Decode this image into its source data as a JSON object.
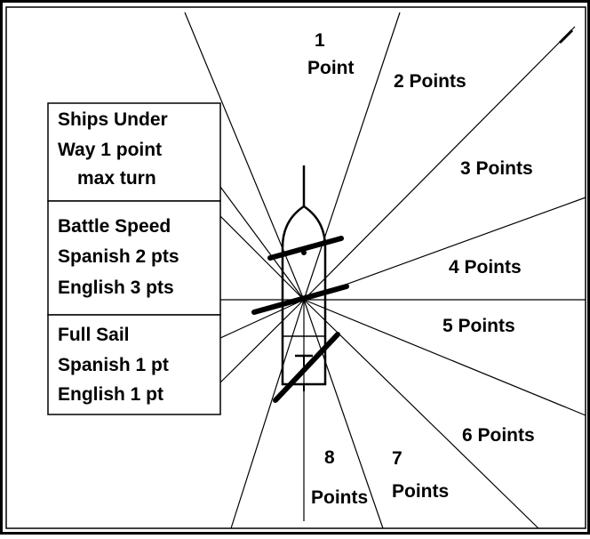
{
  "sectors": [
    {
      "number": "1",
      "unit": "Point"
    },
    {
      "text": "2 Points"
    },
    {
      "text": "3 Points"
    },
    {
      "text": "4 Points"
    },
    {
      "text": "5 Points"
    },
    {
      "text": "6 Points"
    },
    {
      "number": "7",
      "unit": "Points"
    },
    {
      "number": "8",
      "unit": "Points"
    }
  ],
  "legend": [
    {
      "lines": [
        "Ships Under",
        "Way  1 point",
        "max turn"
      ]
    },
    {
      "lines": [
        "Battle Speed",
        "Spanish 2 pts",
        "English 3 pts"
      ]
    },
    {
      "lines": [
        "Full Sail",
        "Spanish 1 pt",
        "English 1 pt"
      ]
    }
  ]
}
